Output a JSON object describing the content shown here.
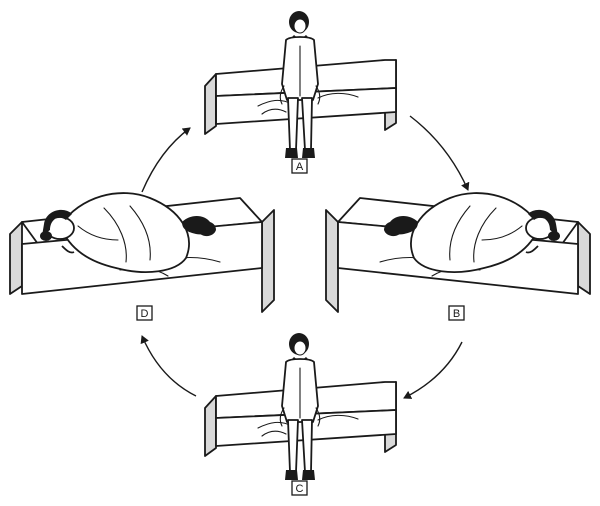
{
  "steps": {
    "a": {
      "label": "A"
    },
    "b": {
      "label": "B"
    },
    "c": {
      "label": "C"
    },
    "d": {
      "label": "D"
    }
  },
  "colors": {
    "ink": "#1a1a1a",
    "background": "#ffffff",
    "bedpost": "#d9d9d9"
  }
}
